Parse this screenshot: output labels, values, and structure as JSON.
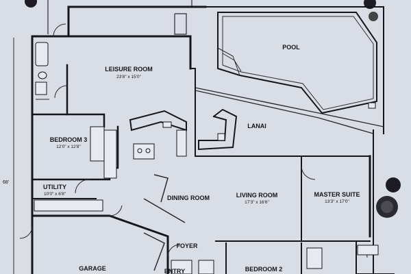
{
  "rooms": {
    "pool": {
      "name": "POOL"
    },
    "lanai": {
      "name": "LANAI"
    },
    "leisure": {
      "name": "LEISURE ROOM",
      "dim": "23'8\" x 15'0\""
    },
    "bedroom3": {
      "name": "BEDROOM 3",
      "dim": "12'0\" x 12'8\""
    },
    "utility": {
      "name": "UTILITY",
      "dim": "10'0\" x 6'8\""
    },
    "dining": {
      "name": "DINING ROOM"
    },
    "living": {
      "name": "LIVING ROOM",
      "dim": "17'3\" x 16'6\""
    },
    "master": {
      "name": "MASTER SUITE",
      "dim": "13'3\" x 17'0\""
    },
    "foyer": {
      "name": "FOYER"
    },
    "entry": {
      "name": "ENTRY"
    },
    "garage": {
      "name": "GARAGE"
    },
    "bedroom2": {
      "name": "BEDROOM 2"
    }
  },
  "overall_dim": "68'",
  "colors": {
    "paper": "#d9dde6",
    "ink": "#15151c"
  }
}
